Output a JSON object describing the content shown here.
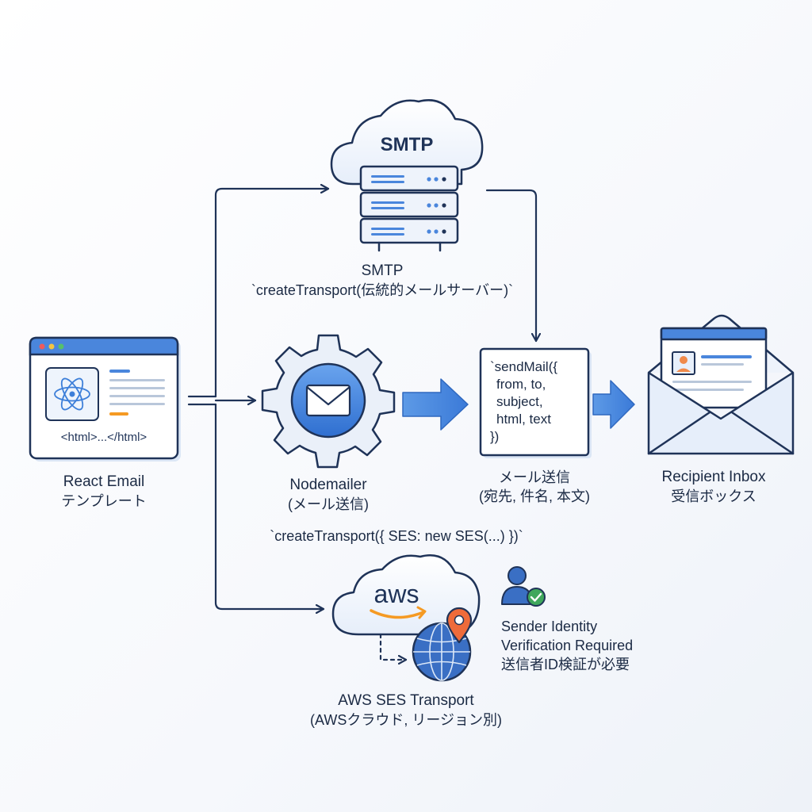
{
  "nodes": {
    "react_email": {
      "code": "<html>...</html>",
      "title": "React Email",
      "subtitle": "テンプレート"
    },
    "smtp": {
      "cloud_label": "SMTP",
      "title": "SMTP",
      "subtitle": "`createTransport(伝統的メールサーバー)`"
    },
    "nodemailer": {
      "title": "Nodemailer",
      "subtitle": "(メール送信)"
    },
    "sendmail": {
      "code_lines": [
        "`sendMail({",
        "from, to,",
        "subject,",
        "html, text",
        "})"
      ],
      "title": "メール送信",
      "subtitle": "(宛先, 件名, 本文)"
    },
    "inbox": {
      "title": "Recipient Inbox",
      "subtitle": "受信ボックス"
    },
    "ses": {
      "cloud_label": "aws",
      "title": "AWS SES Transport",
      "subtitle": "(AWSクラウド, リージョン別)"
    },
    "verification": {
      "line1": "Sender Identity",
      "line2": "Verification Required",
      "line3": "送信者ID検証が必要"
    }
  },
  "edges": {
    "ses_label": "`createTransport({ SES: new SES(...) })`"
  },
  "colors": {
    "primary_blue": "#3d7fd9",
    "dark_navy": "#1f3358",
    "light_blue_fill": "#e8f0fb",
    "window_bar": "#4a86dc",
    "aws_orange": "#f59a23",
    "pin_orange": "#ee6b3a",
    "check_green": "#3fa75c"
  },
  "icons": [
    "react-atom-icon",
    "server-rack-icon",
    "gear-envelope-icon",
    "envelope-inbox-icon",
    "aws-cloud-icon",
    "globe-icon",
    "map-pin-icon",
    "user-check-icon"
  ]
}
